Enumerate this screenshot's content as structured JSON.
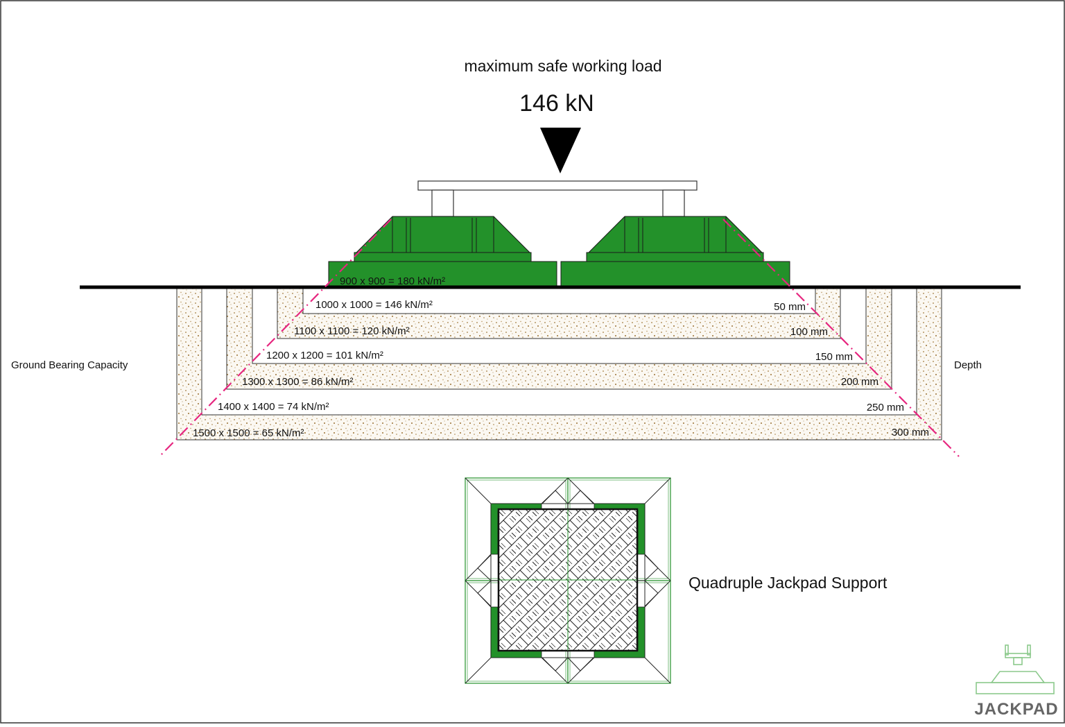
{
  "header": {
    "subtitle": "maximum safe working load",
    "load": "146 kN"
  },
  "side_labels": {
    "left": "Ground Bearing Capacity",
    "right": "Depth"
  },
  "layers": [
    {
      "capacity": "900 x 900 = 180 kN/m²",
      "depth": ""
    },
    {
      "capacity": "1000 x 1000 = 146 kN/m²",
      "depth": "50 mm"
    },
    {
      "capacity": "1100 x 1100 = 120 kN/m²",
      "depth": "100 mm"
    },
    {
      "capacity": "1200 x 1200 = 101 kN/m²",
      "depth": "150 mm"
    },
    {
      "capacity": "1300 x 1300 = 86 kN/m²",
      "depth": "200 mm"
    },
    {
      "capacity": "1400 x 1400 = 74 kN/m²",
      "depth": "250 mm"
    },
    {
      "capacity": "1500 x 1500 = 65 kN/m²",
      "depth": "300 mm"
    }
  ],
  "plan_view": {
    "caption": "Quadruple Jackpad Support"
  },
  "brand": {
    "name": "JACKPAD"
  },
  "colors": {
    "pad_green": "#23912a",
    "dash_magenta": "#e6267f",
    "soil_speckle": "#a0783a",
    "logo_green": "#8cc98c",
    "logo_text": "#666666"
  }
}
